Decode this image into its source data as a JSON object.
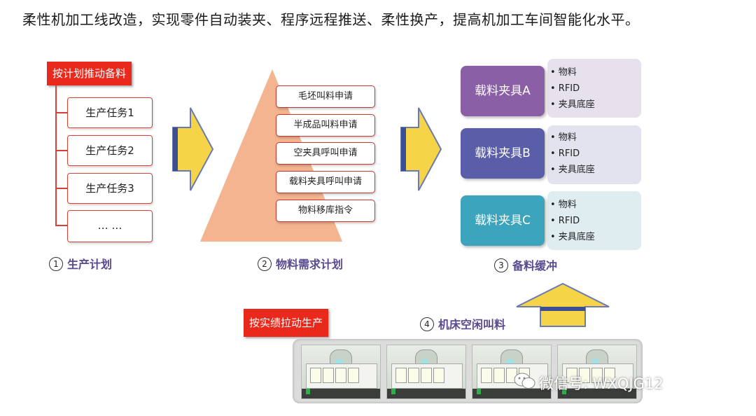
{
  "title": "柔性机加工线改造，实现零件自动装夹、程序远程推送、柔性换产，提高机加工车间智能化水平。",
  "plan": {
    "tag": "按计划推动备料",
    "tasks": [
      "生产任务1",
      "生产任务2",
      "生产任务3",
      "… …"
    ],
    "step_num": "1",
    "step_label": "生产计划"
  },
  "requests": {
    "items": [
      "毛坯叫料申请",
      "半成品叫料申请",
      "空夹具呼叫申请",
      "载料夹具呼叫申请",
      "物料移库指令"
    ],
    "step_num": "2",
    "step_label": "物料需求计划"
  },
  "buffer": {
    "fixtures": [
      {
        "name": "载料夹具A",
        "color": "#8b5fa6",
        "panel": "#e6e1ec",
        "items": [
          "• 物料",
          "• RFID",
          "• 夹具底座"
        ]
      },
      {
        "name": "载料夹具B",
        "color": "#5a5ea8",
        "panel": "#e3e3ef",
        "items": [
          "• 物料",
          "• RFID",
          "• 夹具底座"
        ]
      },
      {
        "name": "载料夹具C",
        "color": "#3ca4bc",
        "panel": "#dfecf0",
        "items": [
          "• 物料",
          "• RFID",
          "• 夹具底座"
        ]
      }
    ],
    "step_num": "3",
    "step_label": "备料缓冲"
  },
  "pull": {
    "tag": "按实绩拉动生产",
    "step_num": "4",
    "step_label": "机床空闲叫料"
  },
  "watermark": "微信号: WXQJG12",
  "colors": {
    "red": "#e8291c",
    "arrow": "#f5d547",
    "triangle": "#f3b48f"
  }
}
